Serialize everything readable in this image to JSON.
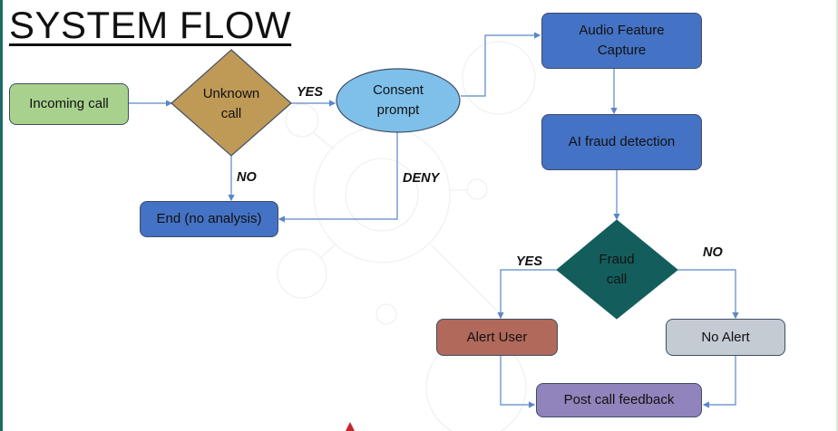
{
  "title": "SYSTEM FLOW",
  "colors": {
    "accent_bar": "#1f6a66",
    "connector": "#5b86c8",
    "incoming": "#a9d18e",
    "decision_unknown": "#bf9a56",
    "consent": "#7fc0ea",
    "process_blue": "#4472c4",
    "decision_fraud": "#135e5d",
    "alert": "#b1695c",
    "no_alert": "#c5cbd3",
    "feedback": "#9183bb",
    "marker": "#c0282d"
  },
  "nodes": {
    "incoming_call": "Incoming call",
    "unknown_call": "Unknown call",
    "consent_prompt": "Consent prompt",
    "audio_capture": "Audio Feature Capture",
    "ai_detection": "AI fraud detection",
    "end_no_analysis": "End (no analysis)",
    "fraud_call": "Fraud call",
    "alert_user": "Alert User",
    "no_alert": "No Alert",
    "post_feedback": "Post call feedback"
  },
  "edge_labels": {
    "unknown_yes": "YES",
    "unknown_no": "NO",
    "consent_deny": "DENY",
    "fraud_yes": "YES",
    "fraud_no": "NO"
  },
  "edges": [
    {
      "from": "incoming_call",
      "to": "unknown_call"
    },
    {
      "from": "unknown_call",
      "to": "consent_prompt",
      "label": "YES"
    },
    {
      "from": "unknown_call",
      "to": "end_no_analysis",
      "label": "NO"
    },
    {
      "from": "consent_prompt",
      "to": "audio_capture"
    },
    {
      "from": "consent_prompt",
      "to": "end_no_analysis",
      "label": "DENY"
    },
    {
      "from": "audio_capture",
      "to": "ai_detection"
    },
    {
      "from": "ai_detection",
      "to": "fraud_call"
    },
    {
      "from": "fraud_call",
      "to": "alert_user",
      "label": "YES"
    },
    {
      "from": "fraud_call",
      "to": "no_alert",
      "label": "NO"
    },
    {
      "from": "alert_user",
      "to": "post_feedback"
    },
    {
      "from": "no_alert",
      "to": "post_feedback"
    }
  ]
}
